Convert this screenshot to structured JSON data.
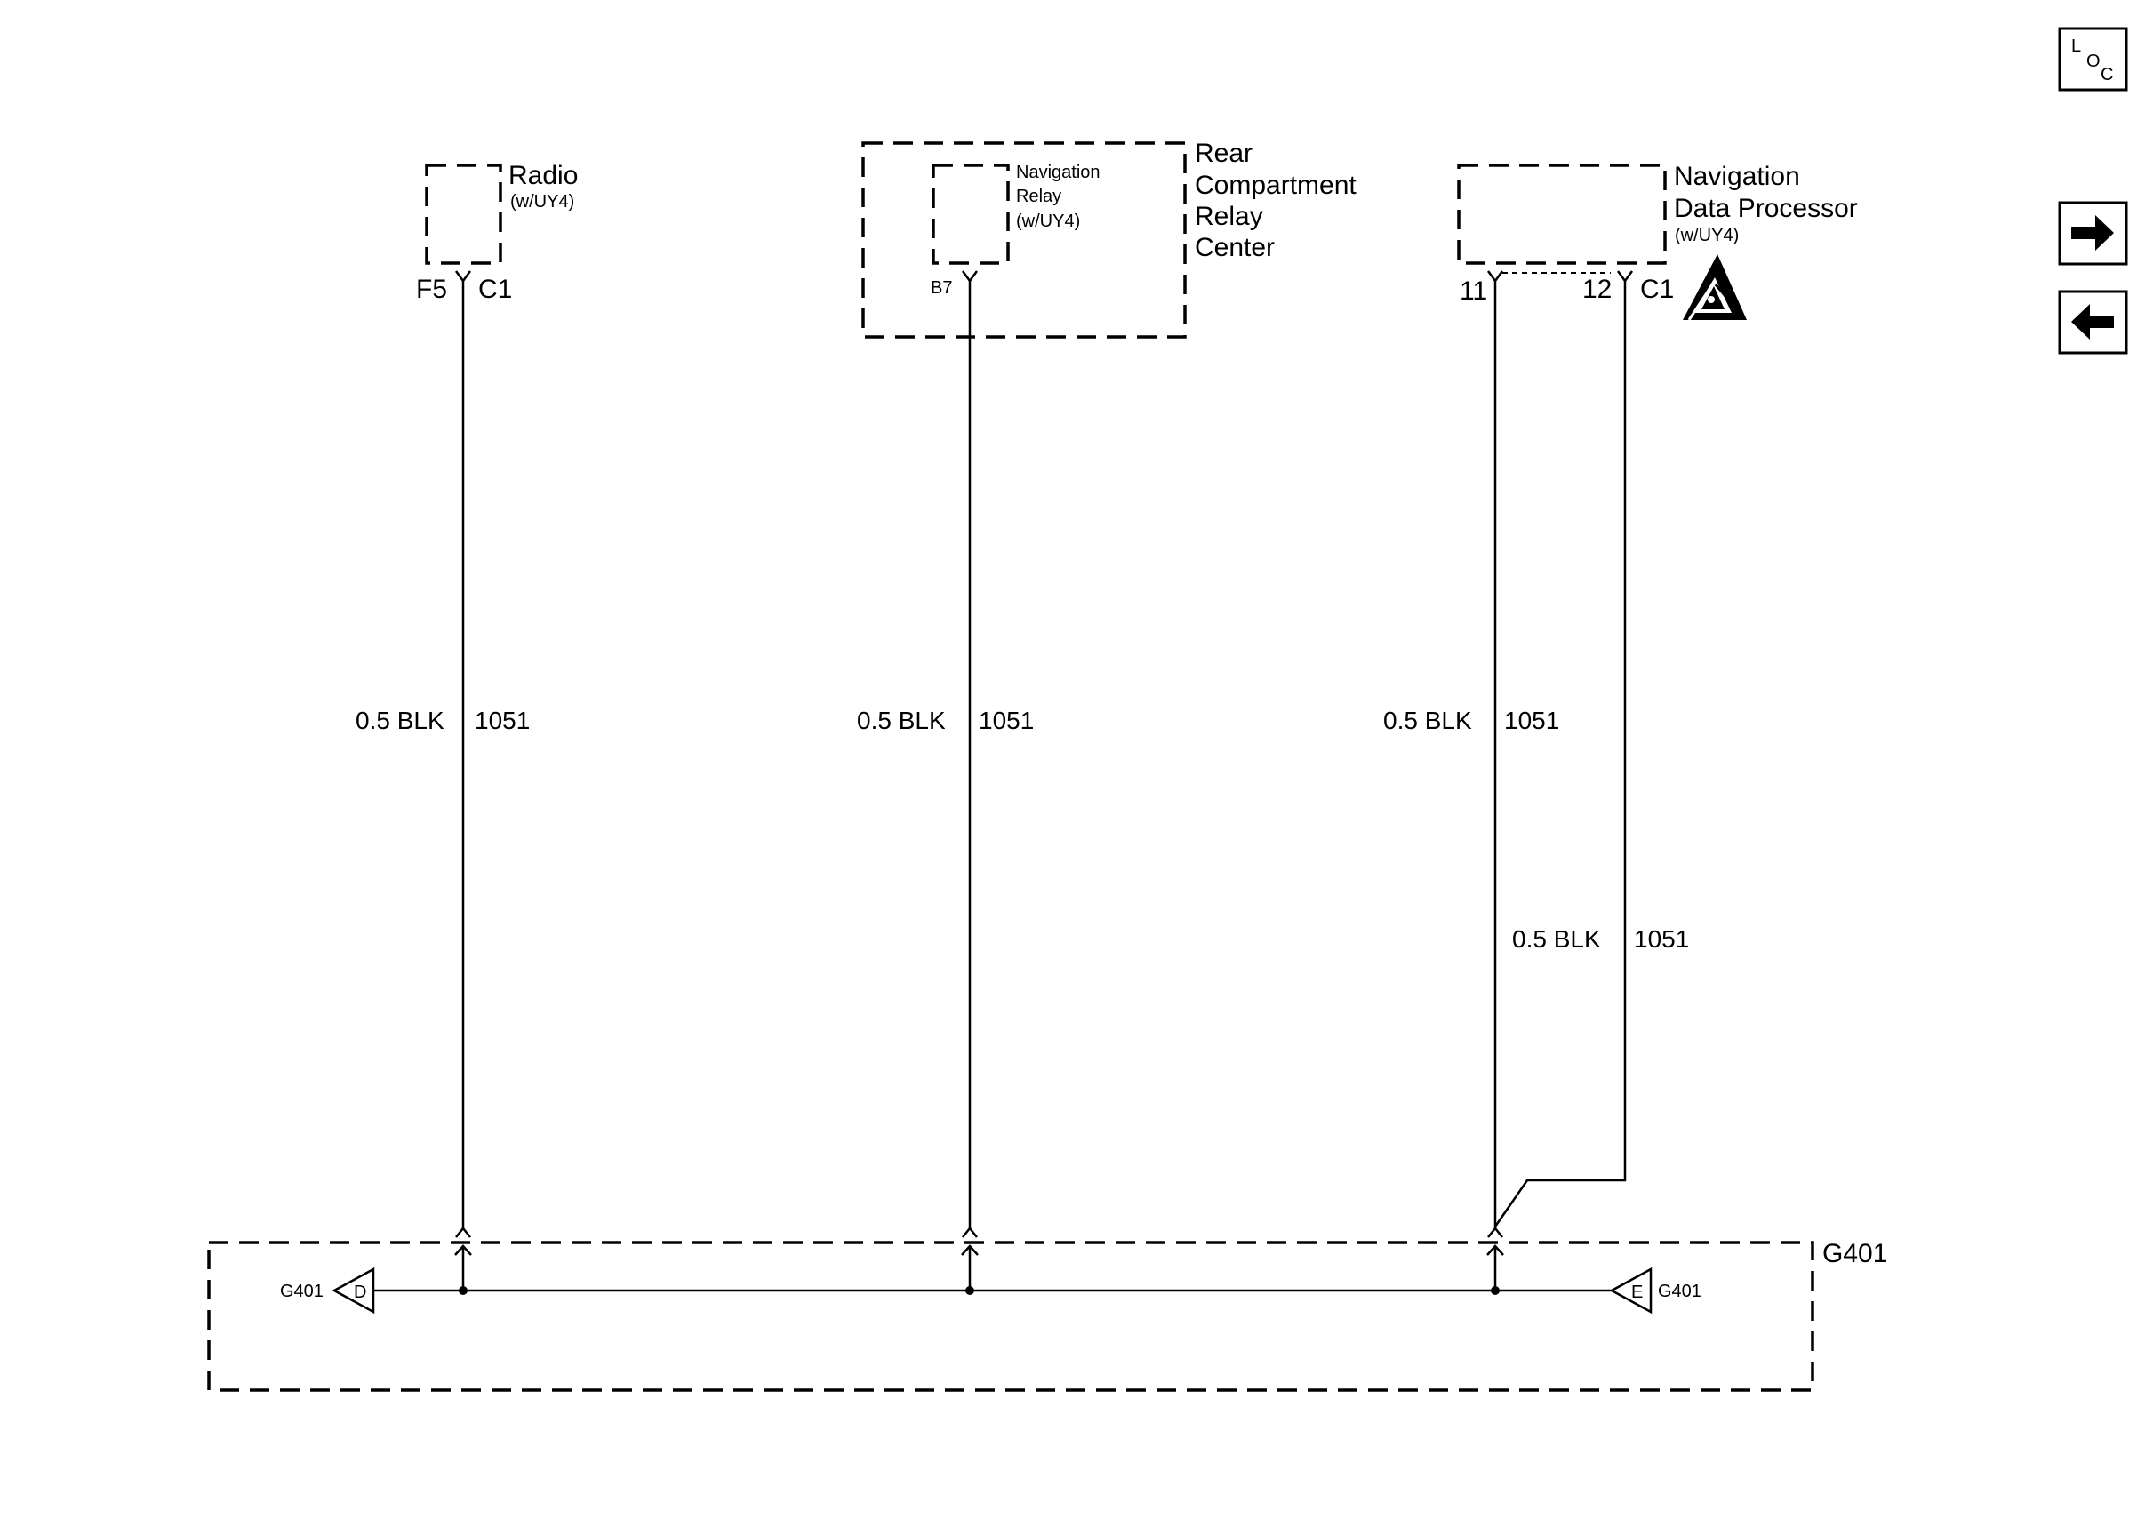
{
  "nav": {
    "loc_label": [
      "L",
      "O",
      "C"
    ],
    "forward_icon": "arrow-right-icon",
    "back_icon": "arrow-left-icon"
  },
  "components": {
    "radio": {
      "name": "Radio",
      "option": "(w/UY4)",
      "pin": "F5",
      "connector": "C1"
    },
    "relay_center": {
      "name_lines": [
        "Rear",
        "Compartment",
        "Relay",
        "Center"
      ]
    },
    "nav_relay": {
      "name_lines": [
        "Navigation",
        "Relay",
        "(w/UY4)"
      ],
      "pin": "B7"
    },
    "nav_processor": {
      "name_lines": [
        "Navigation",
        "Data Processor"
      ],
      "option": "(w/UY4)",
      "pin_a": "11",
      "pin_b": "12",
      "connector": "C1",
      "esd_icon": "esd-warning-icon"
    }
  },
  "wires": {
    "radio": {
      "size_color": "0.5 BLK",
      "circuit": "1051"
    },
    "relay": {
      "size_color": "0.5 BLK",
      "circuit": "1051"
    },
    "processor_11": {
      "size_color": "0.5 BLK",
      "circuit": "1051"
    },
    "processor_12": {
      "size_color": "0.5 BLK",
      "circuit": "1051"
    }
  },
  "ground": {
    "name": "G401",
    "left_ref": {
      "label": "G401",
      "letter": "D"
    },
    "right_ref": {
      "label": "G401",
      "letter": "E"
    }
  }
}
